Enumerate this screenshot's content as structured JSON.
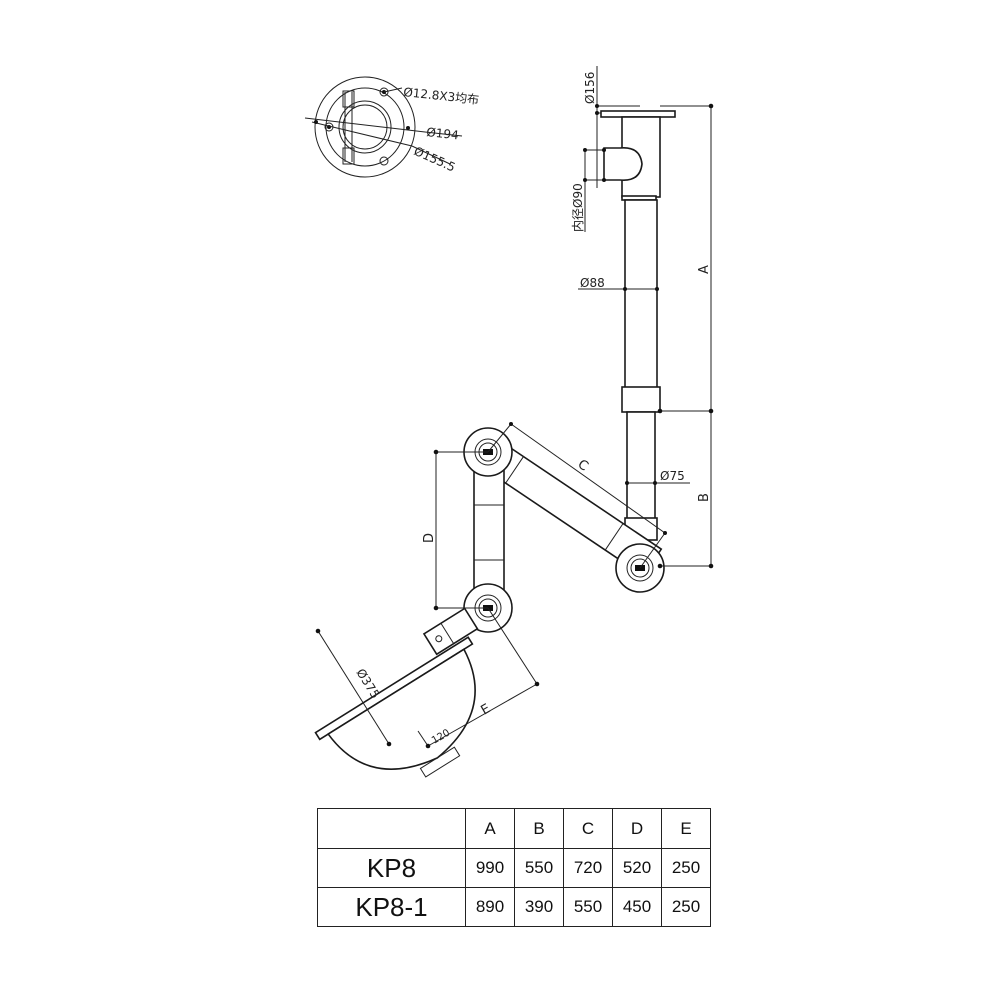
{
  "flange_view": {
    "hole_label": "Ø12.8X3均布",
    "outer_dia_label": "Ø194",
    "pcd_label": "Ø155.5"
  },
  "arm_view": {
    "top_plate_label": "Ø156",
    "inner_dia_label": "内径Ø90",
    "pipe_label": "Ø88",
    "lower_pipe_label": "Ø75",
    "hood_label": "Ø375",
    "hood_depth_label": "120",
    "dim_letters": {
      "a": "A",
      "b": "B",
      "c": "C",
      "d": "D",
      "e": "E"
    }
  },
  "spec_table": {
    "columns": [
      "A",
      "B",
      "C",
      "D",
      "E"
    ],
    "rows": [
      {
        "model": "KP8",
        "values": [
          "990",
          "550",
          "720",
          "520",
          "250"
        ]
      },
      {
        "model": "KP8-1",
        "values": [
          "890",
          "390",
          "550",
          "450",
          "250"
        ]
      }
    ]
  }
}
